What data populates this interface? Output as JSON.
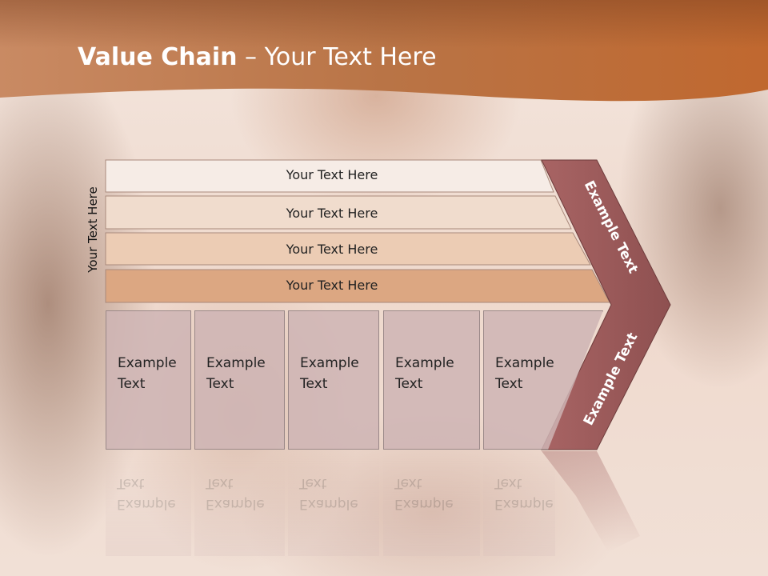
{
  "slide": {
    "title_bold": "Value Chain",
    "title_rest": " – Your Text Here",
    "side_label": "Your Text Here",
    "bars": [
      {
        "label": "Your Text Here"
      },
      {
        "label": "Your Text Here"
      },
      {
        "label": "Your Text Here"
      },
      {
        "label": "Your Text Here"
      }
    ],
    "boxes": [
      {
        "line1": "Example",
        "line2": "Text"
      },
      {
        "line1": "Example",
        "line2": "Text"
      },
      {
        "line1": "Example",
        "line2": "Text"
      },
      {
        "line1": "Example",
        "line2": "Text"
      },
      {
        "line1": "Example",
        "line2": "Text"
      }
    ],
    "chevron_upper": "Example Text",
    "chevron_lower": "Example Text"
  },
  "colors": {
    "band": "#b8683a",
    "chevron": "#9b5a5a",
    "bar_fills": [
      "#f6ece6",
      "#f0dccd",
      "#ecccb4",
      "#dca782"
    ],
    "box_fill": "#d6c0c0"
  }
}
